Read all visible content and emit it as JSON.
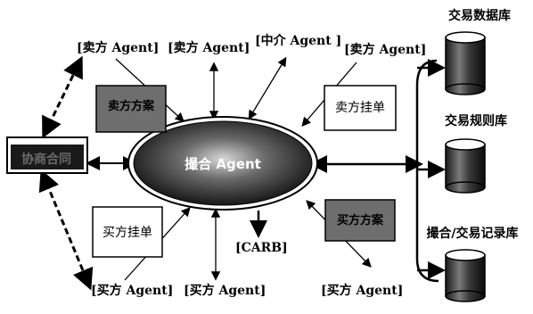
{
  "diagram": {
    "hub": {
      "label": "撮合 Agent"
    },
    "agents_top": [
      {
        "label": "[卖方 Agent]"
      },
      {
        "label": "[卖方 Agent]"
      },
      {
        "label": "[中介 Agent ]"
      },
      {
        "label": "[卖方 Agent]"
      }
    ],
    "agents_bottom": [
      {
        "label": "[买方 Agent]"
      },
      {
        "label": "[买方 Agent]"
      },
      {
        "label": "[买方 Agent]"
      }
    ],
    "carb": {
      "label": "[CARB]"
    },
    "boxes": {
      "seller_plan": "卖方方案",
      "buyer_plan": "买方方案",
      "seller_order": "卖方挂单",
      "buyer_order": "买方挂单",
      "left_box": "协商合同"
    },
    "databases": [
      {
        "label": "交易数据库"
      },
      {
        "label": "交易规则库"
      },
      {
        "label": "撮合/交易记录库"
      }
    ]
  }
}
